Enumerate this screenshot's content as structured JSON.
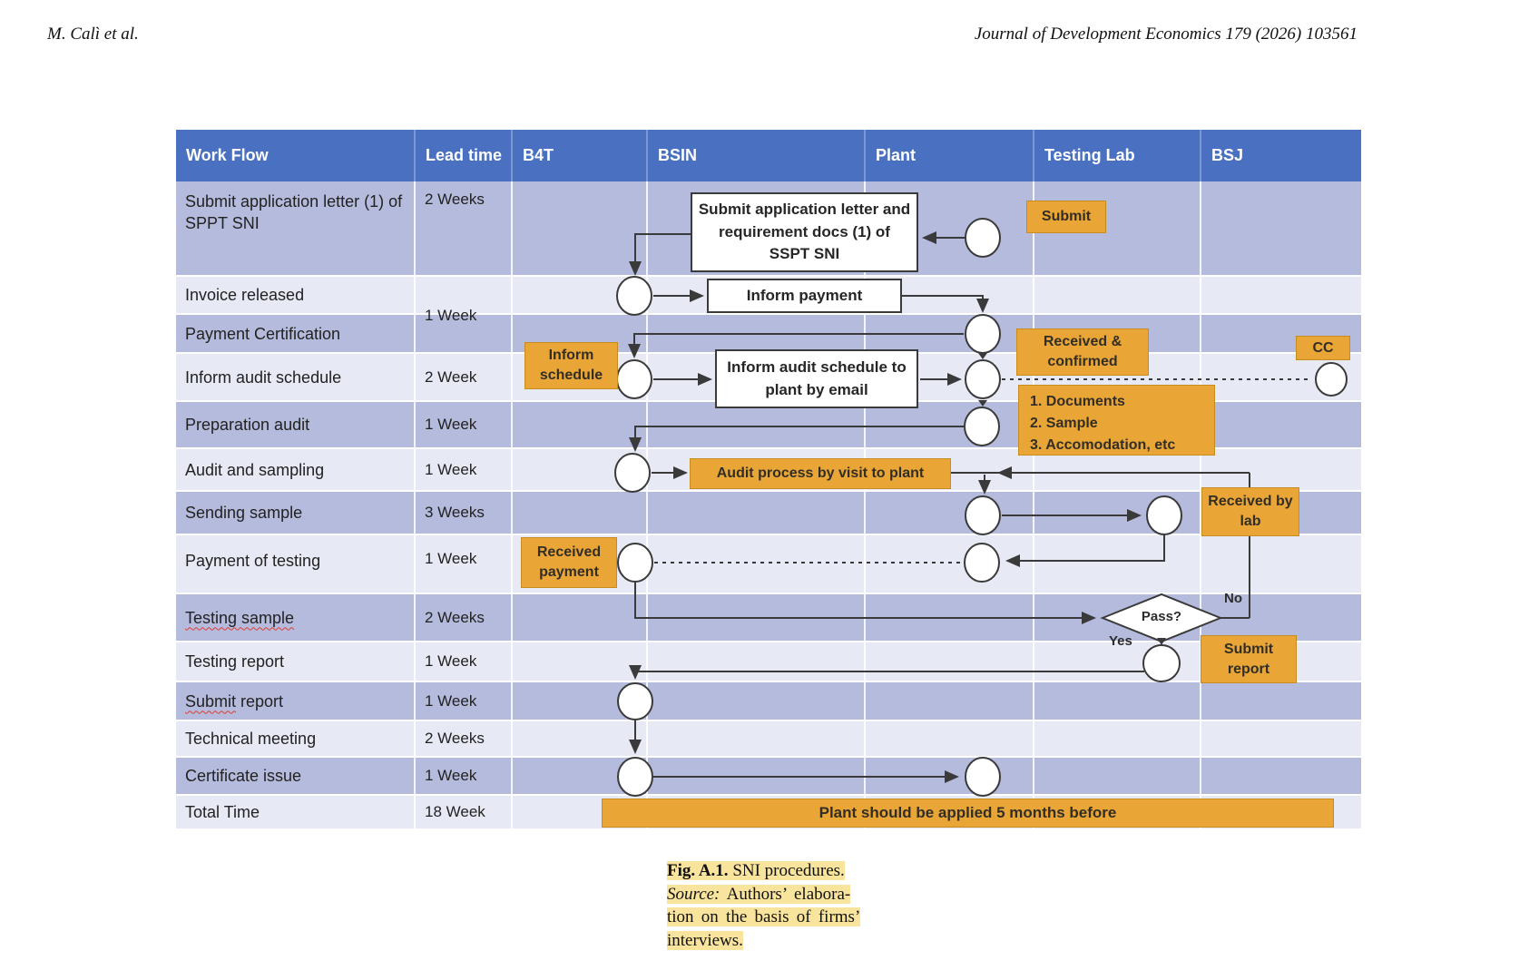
{
  "page": {
    "header_left": "M. Calì et al.",
    "header_right": "Journal of Development Economics 179 (2026) 103561"
  },
  "table": {
    "headers": [
      "Work Flow",
      "Lead time",
      "B4T",
      "BSIN",
      "Plant",
      "Testing Lab",
      "BSJ"
    ],
    "merged_lead": "1 Week",
    "rows": [
      {
        "workflow": "Submit application letter (1) of SPPT SNI",
        "lead": "2 Weeks"
      },
      {
        "workflow": "Invoice released",
        "lead": ""
      },
      {
        "workflow": "Payment Certification",
        "lead": ""
      },
      {
        "workflow": "Inform audit schedule",
        "lead": "2 Week"
      },
      {
        "workflow": "Preparation audit",
        "lead": "1 Week"
      },
      {
        "workflow": "Audit and sampling",
        "lead": "1 Week"
      },
      {
        "workflow": "Sending sample",
        "lead": "3 Weeks"
      },
      {
        "workflow": "Payment of testing",
        "lead": "1 Week"
      },
      {
        "workflow": "Testing sample",
        "lead": "2 Weeks"
      },
      {
        "workflow": "Testing report",
        "lead": "1 Week"
      },
      {
        "workflow_a": "Submit",
        "workflow_b": " report",
        "lead": "1 Week"
      },
      {
        "workflow": "Technical meeting",
        "lead": "2 Weeks"
      },
      {
        "workflow": "Certificate issue",
        "lead": "1 Week"
      },
      {
        "workflow": "Total Time",
        "lead": "18 Week"
      }
    ]
  },
  "flowchart": {
    "white_boxes": {
      "submit_application": "Submit application letter and requirement docs (1) of SSPT SNI",
      "inform_payment": "Inform payment",
      "inform_audit": "Inform audit schedule to plant by email"
    },
    "orange_boxes": {
      "submit": "Submit",
      "inform_schedule": "Inform schedule",
      "received_confirmed": "Received & confirmed",
      "checklist": [
        "1. Documents",
        "2. Sample",
        "3. Accomodation, etc"
      ],
      "cc": "CC",
      "audit_process": "Audit process by visit to plant",
      "received_by_lab": "Received by lab",
      "received_payment": "Received payment",
      "submit_report": "Submit report"
    },
    "decision": {
      "question": "Pass?",
      "yes": "Yes",
      "no": "No"
    },
    "banner": "Plant should be applied 5 months before"
  },
  "caption": {
    "fig_label": "Fig. A.1.",
    "fig_text": "  SNI procedures.",
    "source_label": "Source:",
    "source_rest": " Authors’ elabora-",
    "line3": "tion on the basis of firms’",
    "line4": "interviews."
  },
  "colors": {
    "header_blue": "#4a70c2",
    "row_medium": "#b5bbdc",
    "row_light": "#e7e9f4",
    "accent_orange": "#e9a637",
    "connector": "#3a3a3a",
    "caption_highlight": "#f8e49c",
    "spellcheck_red": "#e03c31"
  }
}
